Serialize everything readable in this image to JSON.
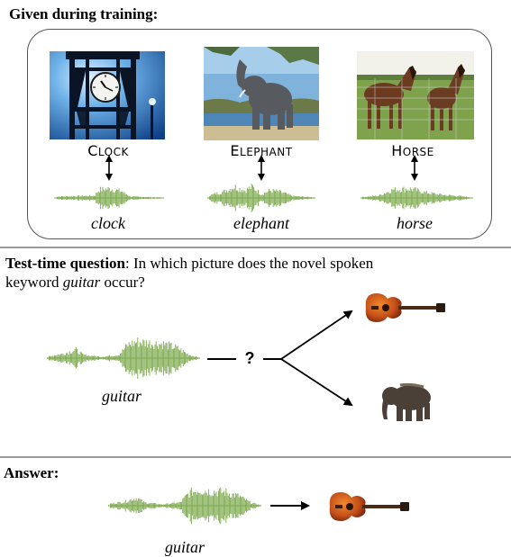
{
  "training": {
    "heading": "Given during training:",
    "items": [
      {
        "word_cap": "C",
        "word_rest": "LOCK",
        "spoken": "clock"
      },
      {
        "word_cap": "E",
        "word_rest": "LEPHANT",
        "spoken": "elephant"
      },
      {
        "word_cap": "H",
        "word_rest": "ORSE",
        "spoken": "horse"
      }
    ]
  },
  "test": {
    "bold_label": "Test-time question",
    "question_1": ": In which picture does the novel spoken",
    "question_2_prefix": "keyword ",
    "question_keyword": "guitar",
    "question_2_suffix": " occur?",
    "spoken": "guitar",
    "unknown_marker": "?"
  },
  "answer": {
    "heading": "Answer:",
    "spoken": "guitar"
  },
  "colors": {
    "waveform": "#7aa84a",
    "box_border": "#555555",
    "rule": "#9a9a9a"
  }
}
